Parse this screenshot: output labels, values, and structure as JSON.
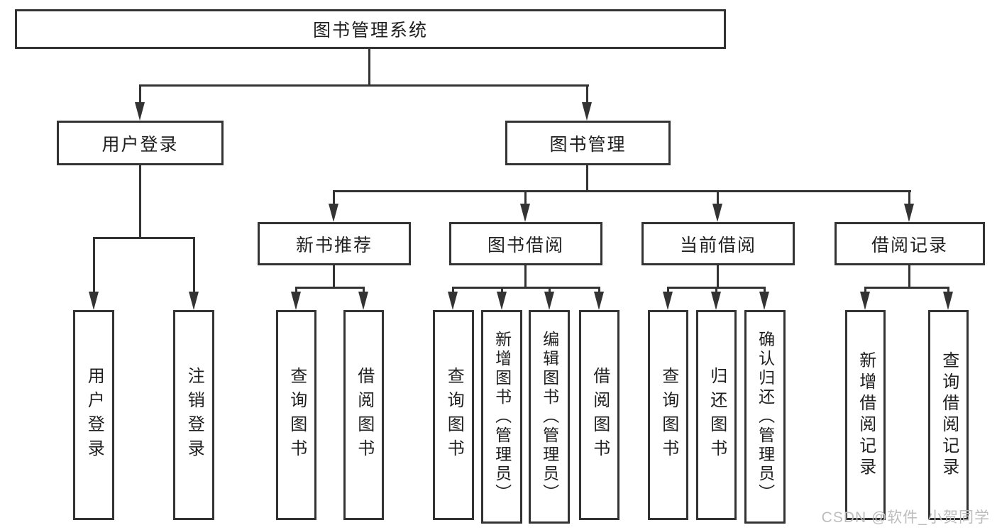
{
  "colors": {
    "line": "#333333",
    "text": "#1f1f1f",
    "background": "#ffffff",
    "watermark_text": "#bdbdbd"
  },
  "tree": {
    "root": "图书管理系统",
    "branches": [
      {
        "label": "用户登录",
        "children": [
          "用户登录",
          "注销登录"
        ]
      },
      {
        "label": "图书管理",
        "sections": [
          {
            "label": "新书推荐",
            "children": [
              "查询图书",
              "借阅图书"
            ]
          },
          {
            "label": "图书借阅",
            "children": [
              "查询图书",
              "新增图书（管理员）",
              "编辑图书（管理员）",
              "借阅图书"
            ]
          },
          {
            "label": "当前借阅",
            "children": [
              "查询图书",
              "归还图书",
              "确认归还（管理员）"
            ]
          },
          {
            "label": "借阅记录",
            "children": [
              "新增借阅记录",
              "查询借阅记录"
            ]
          }
        ]
      }
    ]
  },
  "watermark": "CSDN @软件_小贺同学"
}
